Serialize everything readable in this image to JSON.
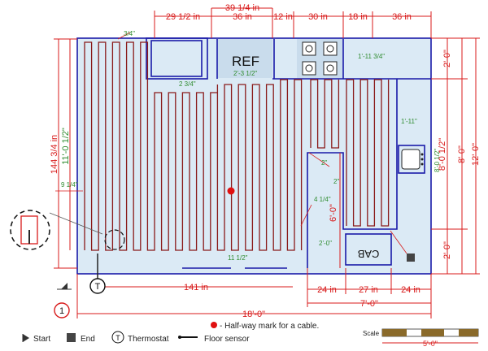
{
  "dimensions": {
    "top": [
      "29 1/2 in",
      "39 1/4 in",
      "36 in",
      "12 in",
      "30 in",
      "18 in",
      "36 in"
    ],
    "bottom_row1": [
      "141 in",
      "24 in",
      "27 in",
      "24 in"
    ],
    "bottom_row2": [
      "7'-0\""
    ],
    "bottom_row3": [
      "18'-0\""
    ],
    "left": [
      "144 3/4 in",
      "11'-0 1/2\""
    ],
    "right_inner": [
      "2'-0\"",
      "8'-0 1/2\"",
      "2'-0\""
    ],
    "right_mid": [
      "8'-0\""
    ],
    "right_outer": [
      "12'-0\""
    ],
    "interior": [
      "6'-0\""
    ]
  },
  "notes": [
    "3/4\"",
    "2 3/4\"",
    "2'-3 1/2\"",
    "1'-11 3/4\"",
    "1'-11\"",
    "8'-0 1/2\"",
    "9 1/4\"",
    "2\"",
    "2\"",
    "4 1/4\"",
    "2'-0\"",
    "11 1/2\""
  ],
  "fixtures": {
    "ref": "REF",
    "cab": "CAB"
  },
  "markers": {
    "section": "1",
    "thermostat": "T"
  },
  "legend": {
    "start": "Start",
    "end": "End",
    "thermostat": "Thermostat",
    "floor_sensor": "Floor sensor",
    "halfway": "- Half-way mark for a cable."
  },
  "scale": {
    "label": "Scale",
    "value": "5'-0\""
  },
  "colors": {
    "wall": "#1a1aa8",
    "dimension": "#d81b1b",
    "cable": "#8a1a1a",
    "floor": "#dbeaf5",
    "note": "#2e8b2e"
  }
}
